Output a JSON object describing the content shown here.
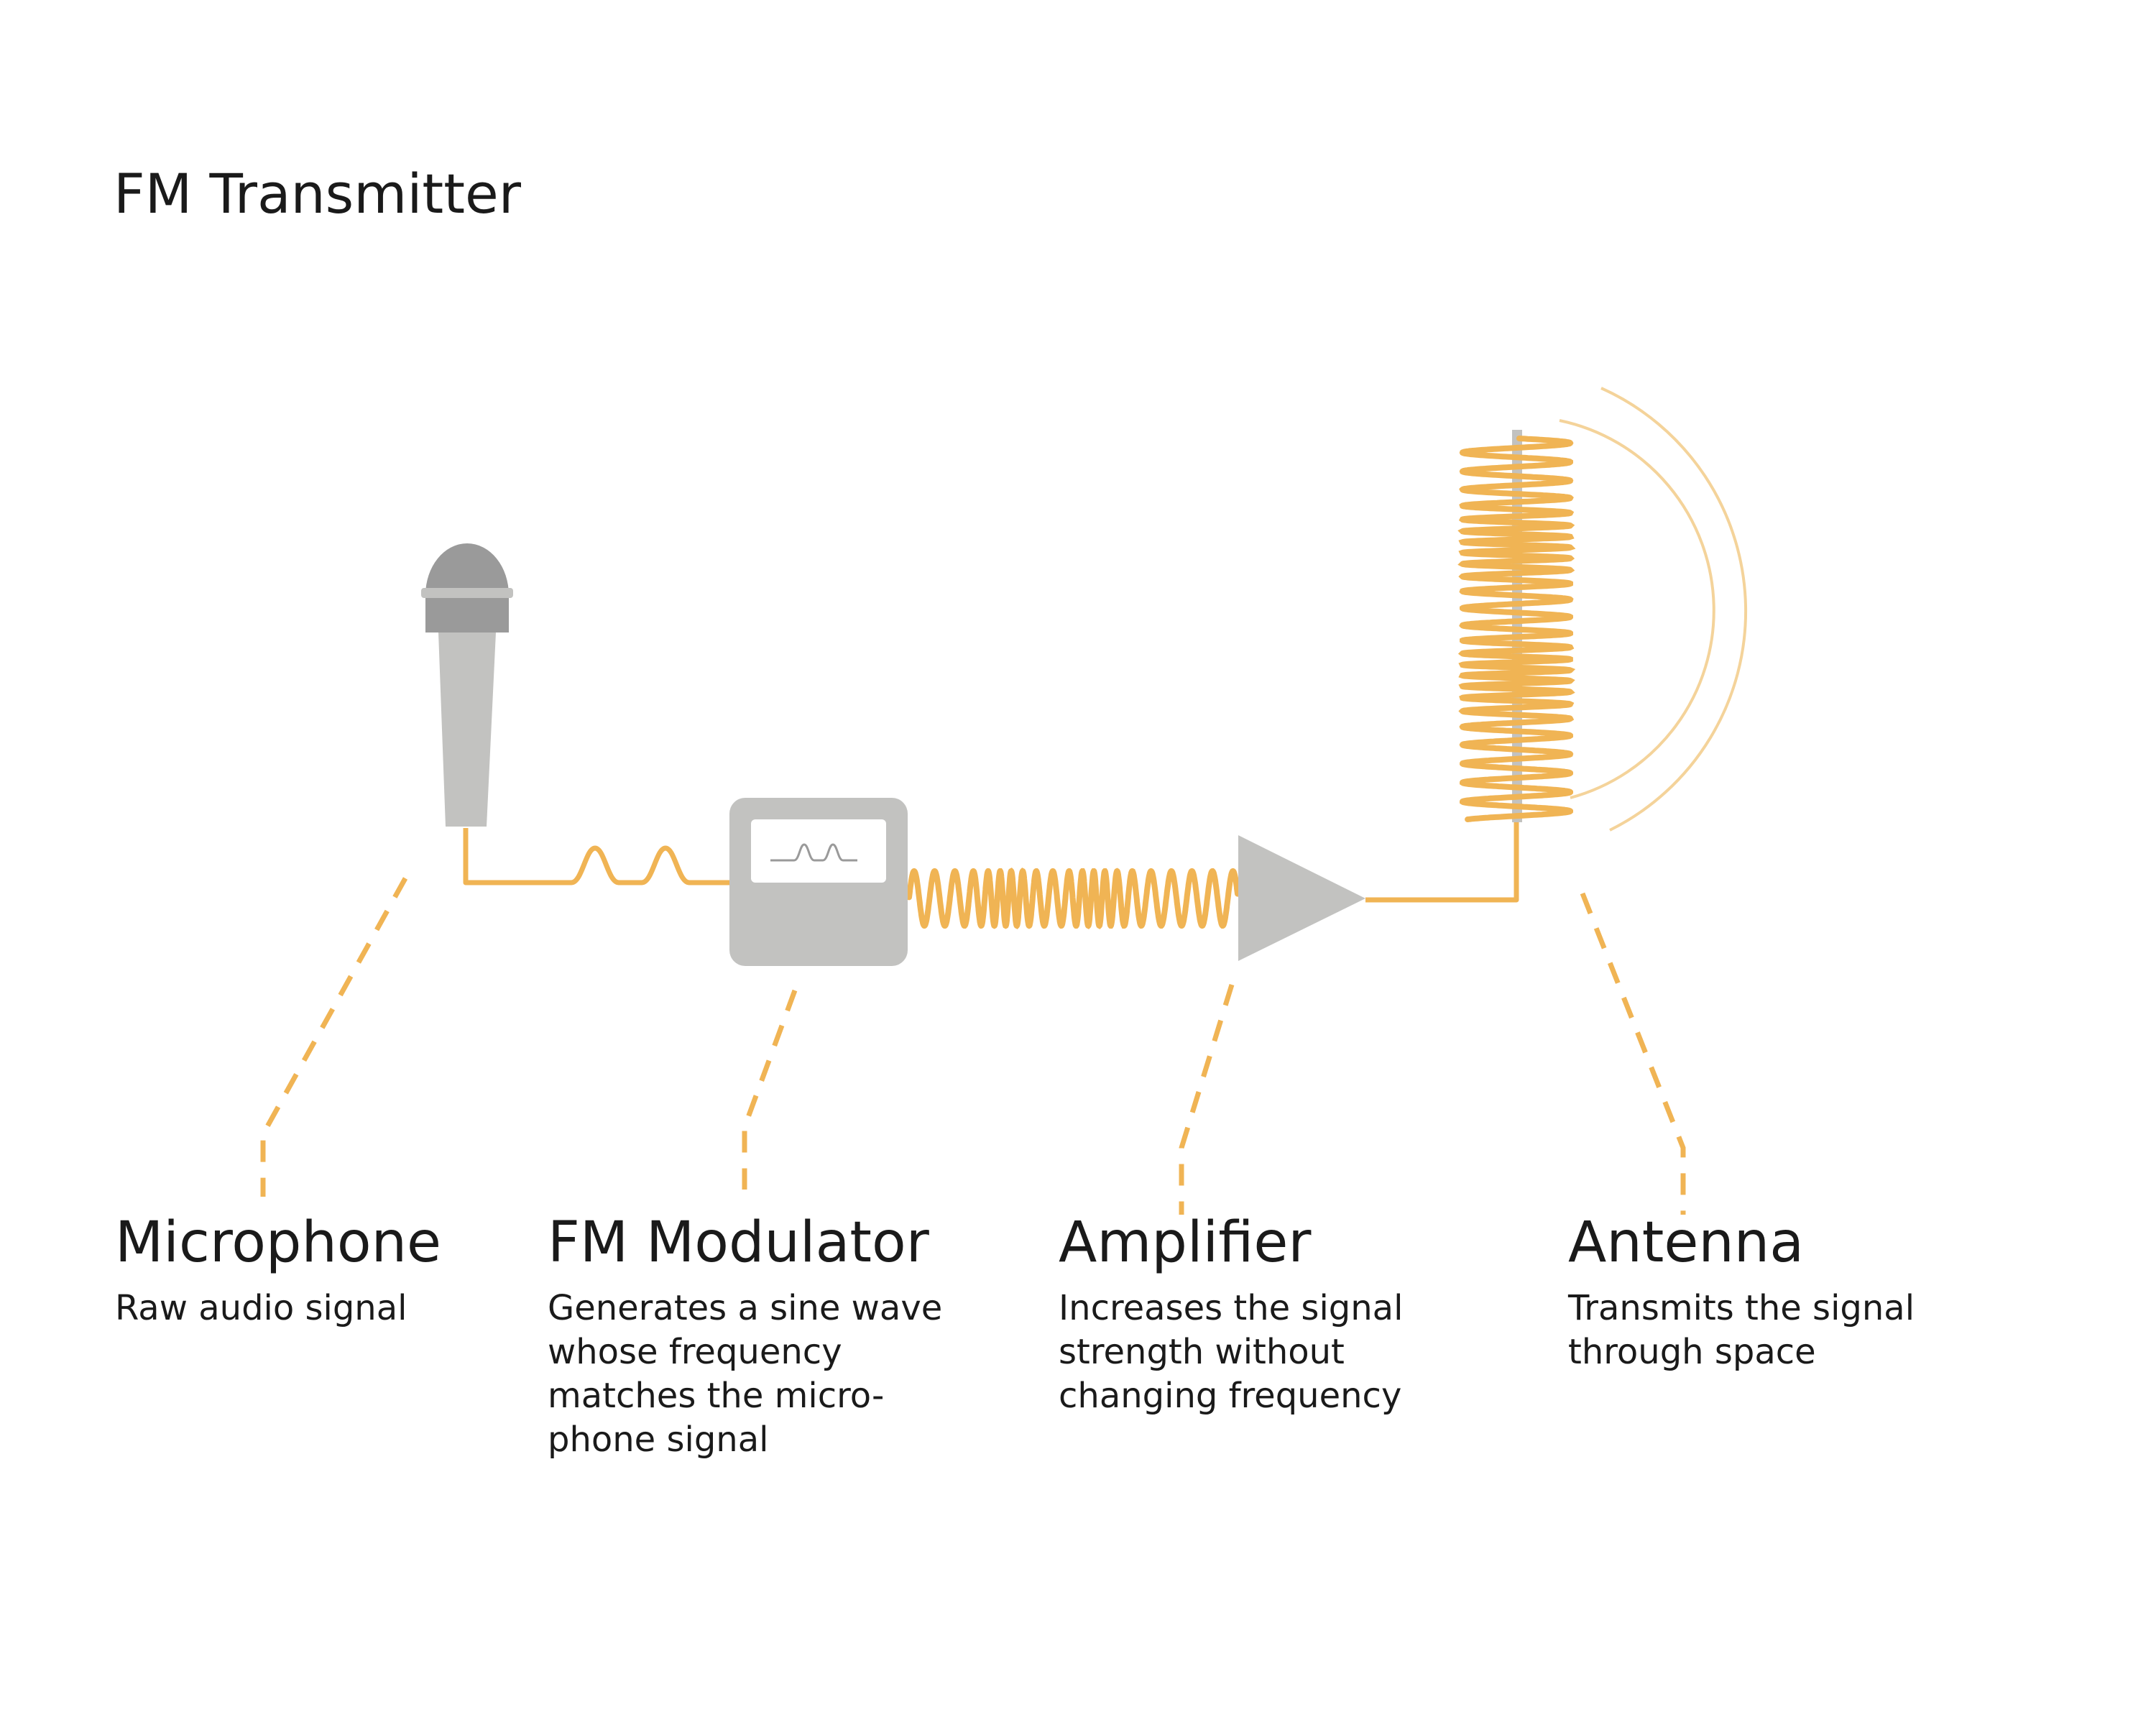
{
  "title": "FM Transmitter",
  "colors": {
    "signal": "#f0b454",
    "device": "#c2c2c0",
    "device_dark": "#9a9a9a",
    "screen": "#ffffff",
    "text": "#1a1a1a",
    "radiation": "#f4d39a"
  },
  "stages": {
    "microphone": {
      "icon": "microphone-icon",
      "title": "Microphone",
      "description": "Raw audio signal"
    },
    "modulator": {
      "icon": "fm-modulator-icon",
      "title": "FM Modulator",
      "description": "Generates a sine wave\nwhose frequency\nmatches the micro-\nphone signal"
    },
    "amplifier": {
      "icon": "amplifier-triangle-icon",
      "title": "Amplifier",
      "description": "Increases the signal\nstrength without\nchanging frequency"
    },
    "antenna": {
      "icon": "antenna-icon",
      "title": "Antenna",
      "description": "Transmits the signal\nthrough space"
    }
  }
}
